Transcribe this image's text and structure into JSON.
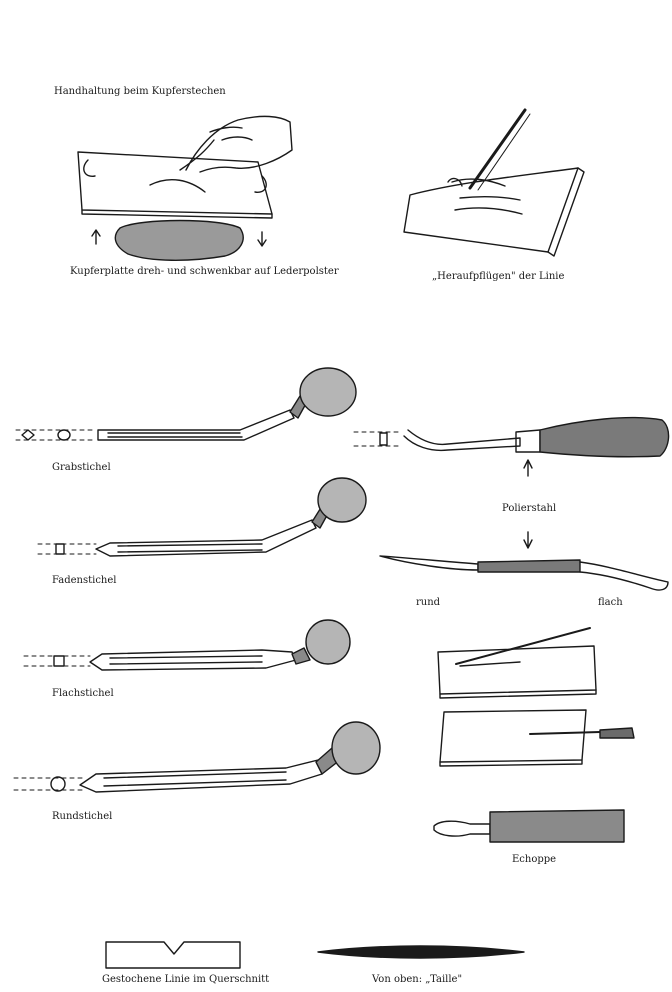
{
  "captions": {
    "title": "Handhaltung beim Kupferstechen",
    "plate_rotate": "Kupferplatte dreh- und schwenkbar auf Lederpolster",
    "ploughing": "„Heraufpflügen\" der Linie",
    "grabstichel": "Grabstichel",
    "fadenstichel": "Fadenstichel",
    "flachstichel": "Flachstichel",
    "rundstichel": "Rundstichel",
    "polierstahl": "Polierstahl",
    "rund": "rund",
    "flach": "flach",
    "echoppe": "Echoppe",
    "cross_section": "Gestochene Linie im Querschnitt",
    "taille": "Von oben: „Taille\""
  },
  "colors": {
    "ink": "#1a1a1a",
    "wood": "#6b6b6b",
    "paper": "#ffffff"
  }
}
